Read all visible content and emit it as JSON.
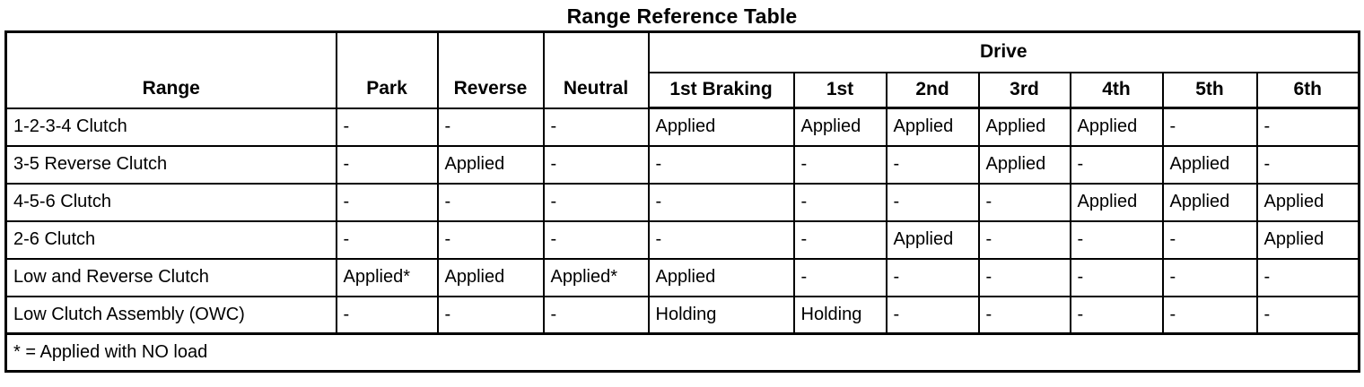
{
  "title": "Range Reference Table",
  "table": {
    "range_header": "Range",
    "fixed_columns": [
      "Park",
      "Reverse",
      "Neutral"
    ],
    "drive_header": "Drive",
    "drive_columns": [
      "1st Braking",
      "1st",
      "2nd",
      "3rd",
      "4th",
      "5th",
      "6th"
    ],
    "rows": [
      {
        "range": "1-2-3-4 Clutch",
        "values": [
          "-",
          "-",
          "-",
          "Applied",
          "Applied",
          "Applied",
          "Applied",
          "Applied",
          "-",
          "-"
        ]
      },
      {
        "range": "3-5 Reverse Clutch",
        "values": [
          "-",
          "Applied",
          "-",
          "-",
          "-",
          "-",
          "Applied",
          "-",
          "Applied",
          "-"
        ]
      },
      {
        "range": "4-5-6 Clutch",
        "values": [
          "-",
          "-",
          "-",
          "-",
          "-",
          "-",
          "-",
          "Applied",
          "Applied",
          "Applied"
        ]
      },
      {
        "range": "2-6 Clutch",
        "values": [
          "-",
          "-",
          "-",
          "-",
          "-",
          "Applied",
          "-",
          "-",
          "-",
          "Applied"
        ]
      },
      {
        "range": "Low and Reverse Clutch",
        "values": [
          "Applied*",
          "Applied",
          "Applied*",
          "Applied",
          "-",
          "-",
          "-",
          "-",
          "-",
          "-"
        ]
      },
      {
        "range": "Low Clutch Assembly (OWC)",
        "values": [
          "-",
          "-",
          "-",
          "Holding",
          "Holding",
          "-",
          "-",
          "-",
          "-",
          "-"
        ]
      }
    ],
    "footnote": "* = Applied with NO load"
  },
  "colors": {
    "border": "#000000",
    "background": "#ffffff",
    "text": "#000000"
  }
}
